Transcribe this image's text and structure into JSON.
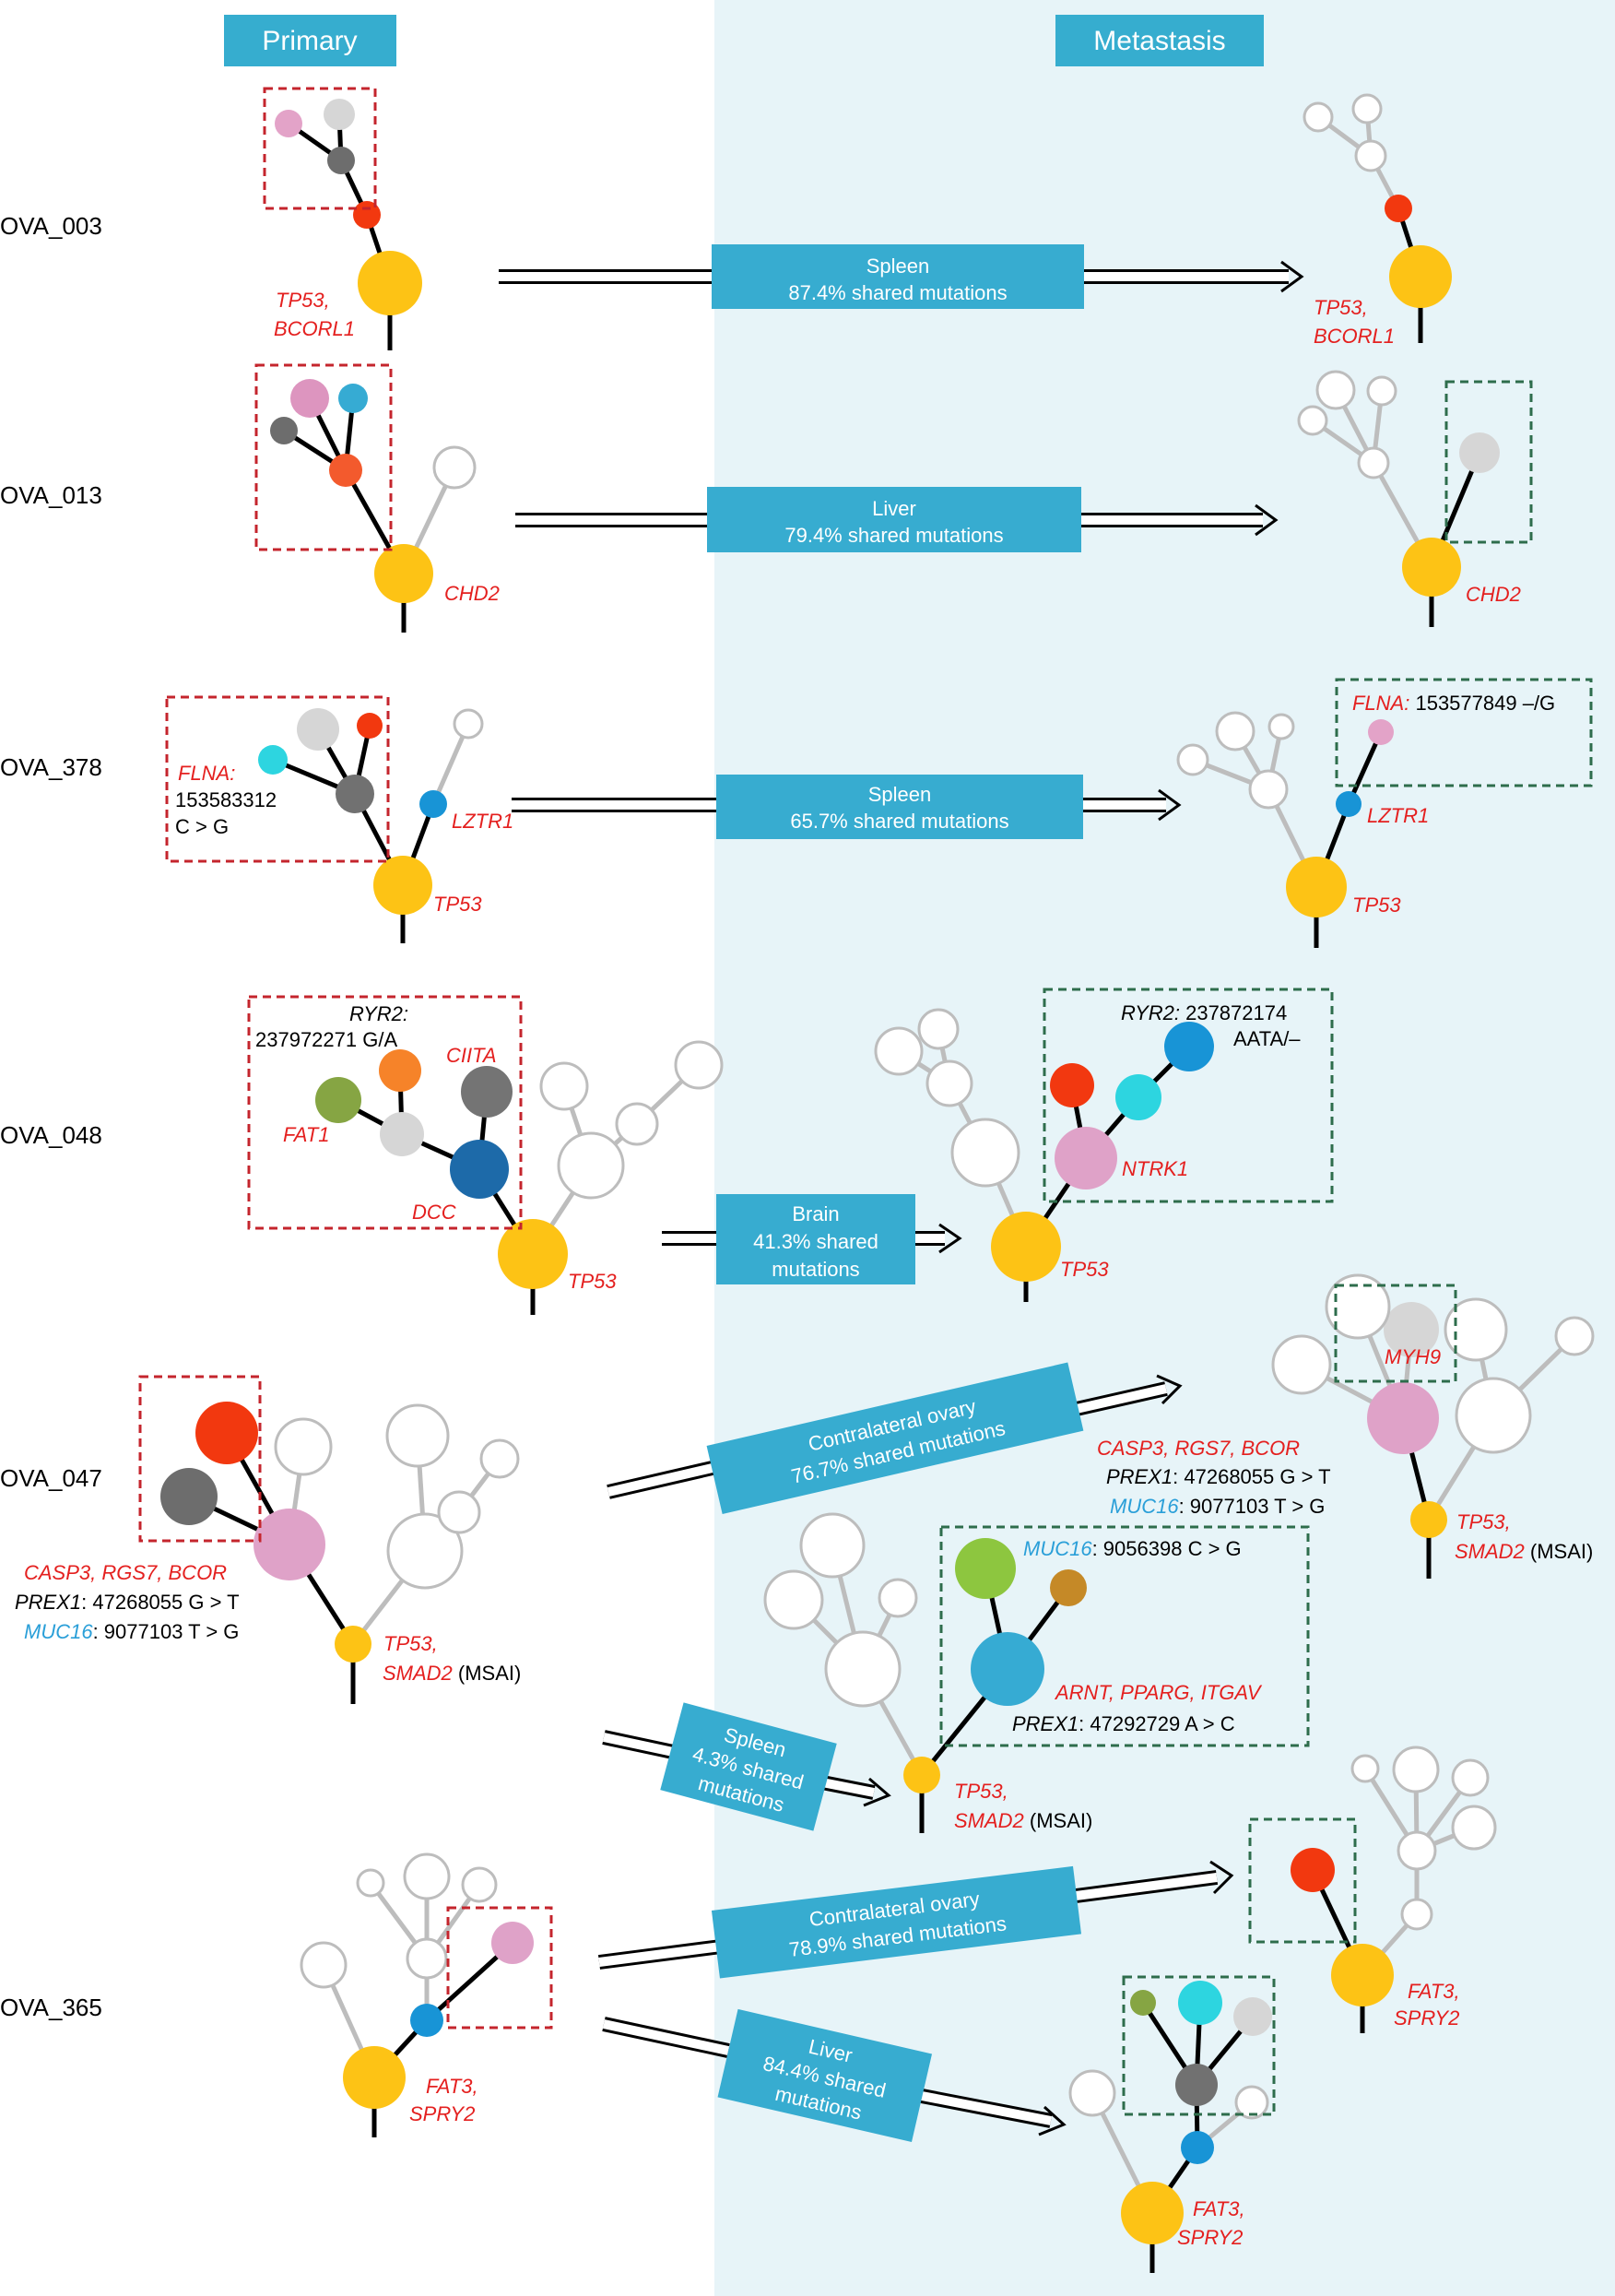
{
  "headers": {
    "primary": "Primary",
    "metastasis": "Metastasis"
  },
  "colors": {
    "header_bg": "#36adcf",
    "label_bg": "#37acd0",
    "meta_bg": "#e7f4f8",
    "gene_red": "#e4201f",
    "gene_blue": "#2a9fd8",
    "box_red": "#c4252d",
    "box_green": "#2e6d4c",
    "node_white": "#ffffff",
    "node_trunk": "#fdc315"
  },
  "cases": [
    {
      "id": "OVA_003",
      "transfers": [
        {
          "site": "Spleen",
          "shared": "87.4% shared mutations"
        }
      ]
    },
    {
      "id": "OVA_013",
      "transfers": [
        {
          "site": "Liver",
          "shared": "79.4% shared mutations"
        }
      ]
    },
    {
      "id": "OVA_378",
      "transfers": [
        {
          "site": "Spleen",
          "shared": "65.7% shared mutations"
        }
      ]
    },
    {
      "id": "OVA_048",
      "transfers": [
        {
          "site": "Brain",
          "shared1": "41.3% shared",
          "shared2": "mutations"
        }
      ]
    },
    {
      "id": "OVA_047",
      "transfers": [
        {
          "site": "Contralateral ovary",
          "shared": "76.7% shared mutations"
        },
        {
          "site": "Spleen",
          "shared1": "4.3% shared",
          "shared2": "mutations"
        }
      ]
    },
    {
      "id": "OVA_365",
      "transfers": [
        {
          "site": "Contralateral ovary",
          "shared": "78.9% shared mutations"
        },
        {
          "site": "Liver",
          "shared1": "84.4% shared",
          "shared2": "mutations"
        }
      ]
    }
  ],
  "labels": {
    "tp53_bcorl1_a": "TP53,",
    "tp53_bcorl1_b": "BCORL1",
    "chd2": "CHD2",
    "flna": "FLNA:",
    "flna_pos": "153583312",
    "flna_change": "C > G",
    "flna_meta": "FLNA:",
    "flna_meta_rest": " 153577849 –/G",
    "lztr1": "LZTR1",
    "tp53": "TP53",
    "ryr2": "RYR2:",
    "ryr2_pos": "237972271 G/A",
    "ciita": "CIITA",
    "fat1": "FAT1",
    "dcc": "DCC",
    "ryr2_meta": "RYR2:",
    "ryr2_meta_pos": " 237872174",
    "ryr2_meta_change": "AATA/–",
    "ntrk1": "NTRK1",
    "casp3": "CASP3, RGS7, BCOR",
    "prex1": "PREX1",
    "prex1_change": ": 47268055 G > T",
    "muc16": "MUC16",
    "muc16_change": ": 9077103 T > G",
    "tp53_smad2_a": "TP53,",
    "smad2": "SMAD2",
    "msai": " (MSAI)",
    "myh9": "MYH9",
    "muc16_b_change": ": 9056398 C > G",
    "arnt": "ARNT, PPARG, ITGAV",
    "prex1_b_change": ": 47292729 A > C",
    "fat3_a": "FAT3,",
    "fat3_b": "SPRY2"
  }
}
